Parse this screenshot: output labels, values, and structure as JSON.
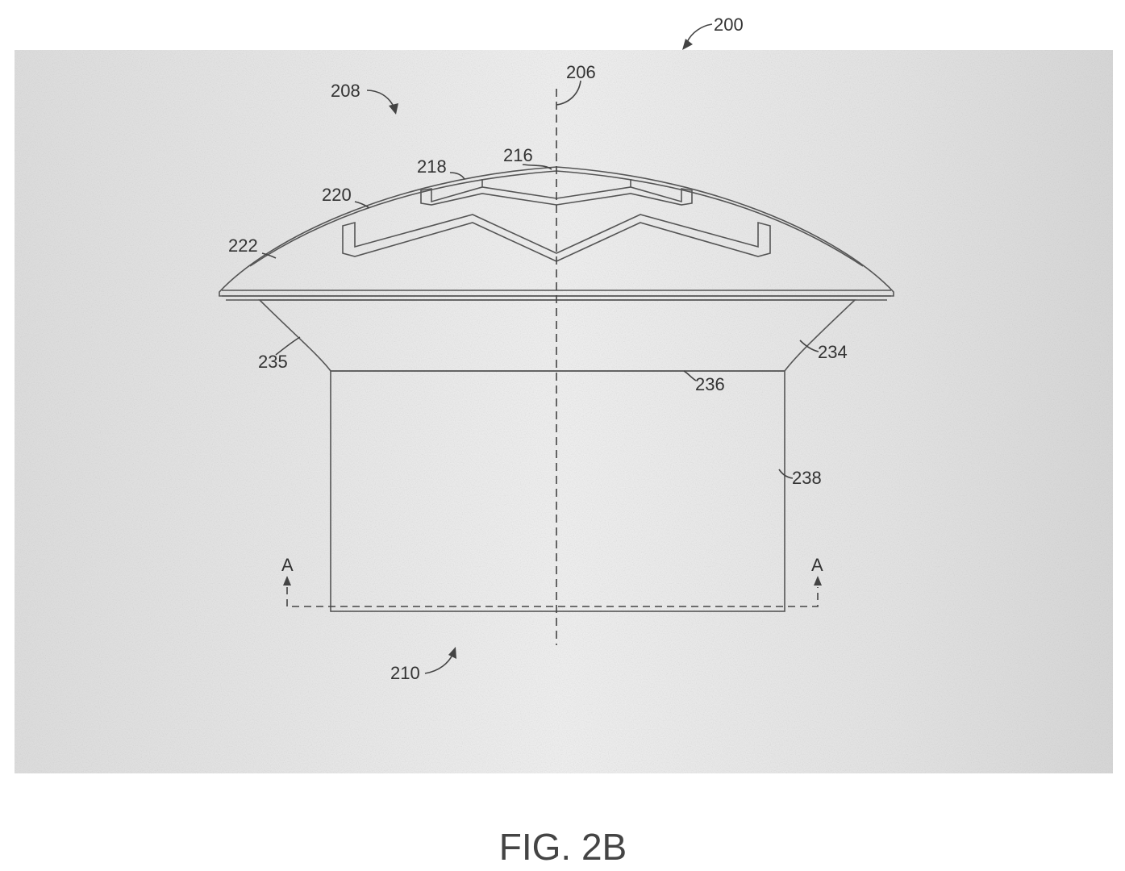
{
  "figure": {
    "caption": "FIG. 2B",
    "colors": {
      "background": "#ffffff",
      "speckle_field": "#e4e4e4",
      "line": "#555555",
      "label": "#333333"
    }
  },
  "reference_labels": {
    "r200": "200",
    "r206": "206",
    "r208": "208",
    "r210": "210",
    "r216": "216",
    "r218": "218",
    "r220": "220",
    "r222": "222",
    "r234": "234",
    "r235": "235",
    "r236": "236",
    "r238": "238"
  },
  "section_marks": {
    "left": "A",
    "right": "A"
  }
}
